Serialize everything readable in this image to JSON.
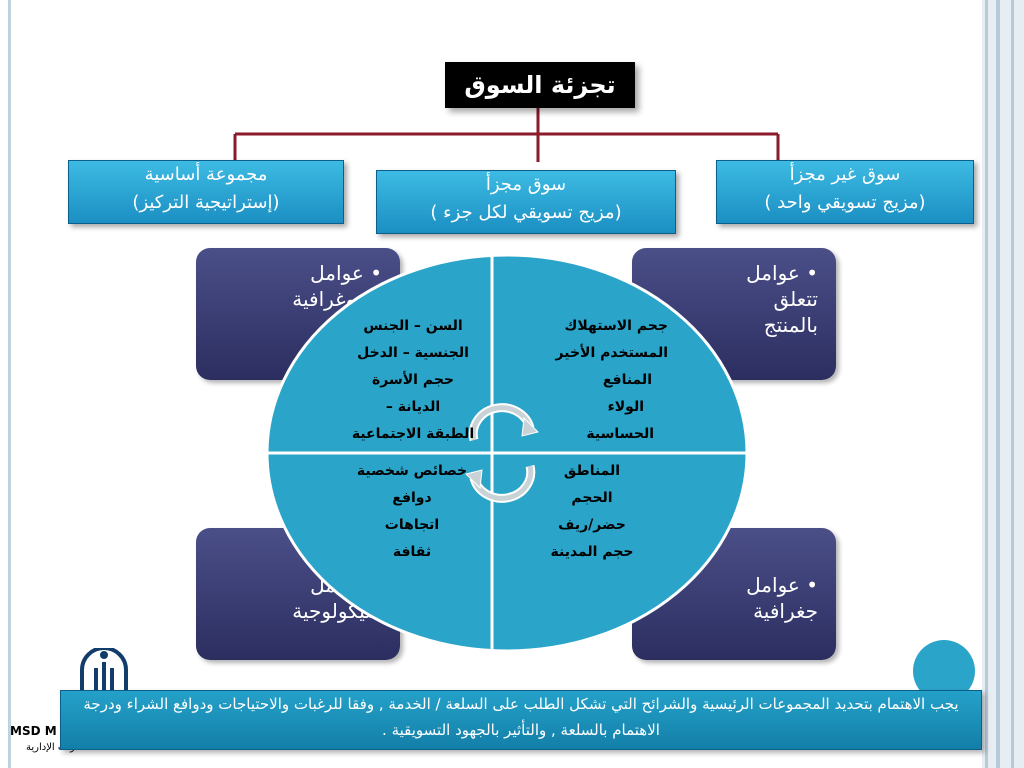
{
  "title": "تجزئة السوق",
  "top_boxes": {
    "left": {
      "line1": "مجموعة أساسية",
      "line2": "(إستراتيجية التركيز)"
    },
    "middle": {
      "line1": "سوق مجزأ",
      "line2": "(مزيج تسويقي لكل جزء )"
    },
    "right": {
      "line1": "سوق غير مجزأ",
      "line2": "(مزيج تسويقي واحد )"
    }
  },
  "factors": {
    "demographic": "عوامل ديموغرافية",
    "product": "عوامل تتعلق بالمنتج",
    "psychological": "عوامل سيكولوجية",
    "geographic": "عوامل جغرافية"
  },
  "quadrants": {
    "top_left": [
      "السن – الجنس",
      "الجنسية – الدخل",
      "حجم الأسرة",
      "الديانة –",
      "الطبقة الاجتماعية"
    ],
    "top_right": [
      "جحم الاستهلاك",
      "المستخدم الأخير",
      "المنافع",
      "الولاء",
      "الحساسية"
    ],
    "bottom_left": [
      "خصائص شخصية",
      "دوافع",
      "اتجاهات",
      "ثقافة"
    ],
    "bottom_right": [
      "المناطق",
      "الحجم",
      "حضر/ريف",
      "حجم المدينة"
    ]
  },
  "bottom_note": "يجب الاهتمام بتحديد المجموعات الرئيسية والشرائح التي تشكل الطلب على السلعة / الخدمة , وفقا للرغبات والاحتياجات ودوافع الشراء ودرجة الاهتمام بالسلعة , والتأثير بالجهود التسويقية .",
  "logo": {
    "text": "MSD M",
    "sub": "لاستشارات الإدارية"
  },
  "colors": {
    "accent": "#2aa4c8",
    "dark_box": "#34376d",
    "connector": "#8b1a2b",
    "title_bg": "#000000"
  }
}
